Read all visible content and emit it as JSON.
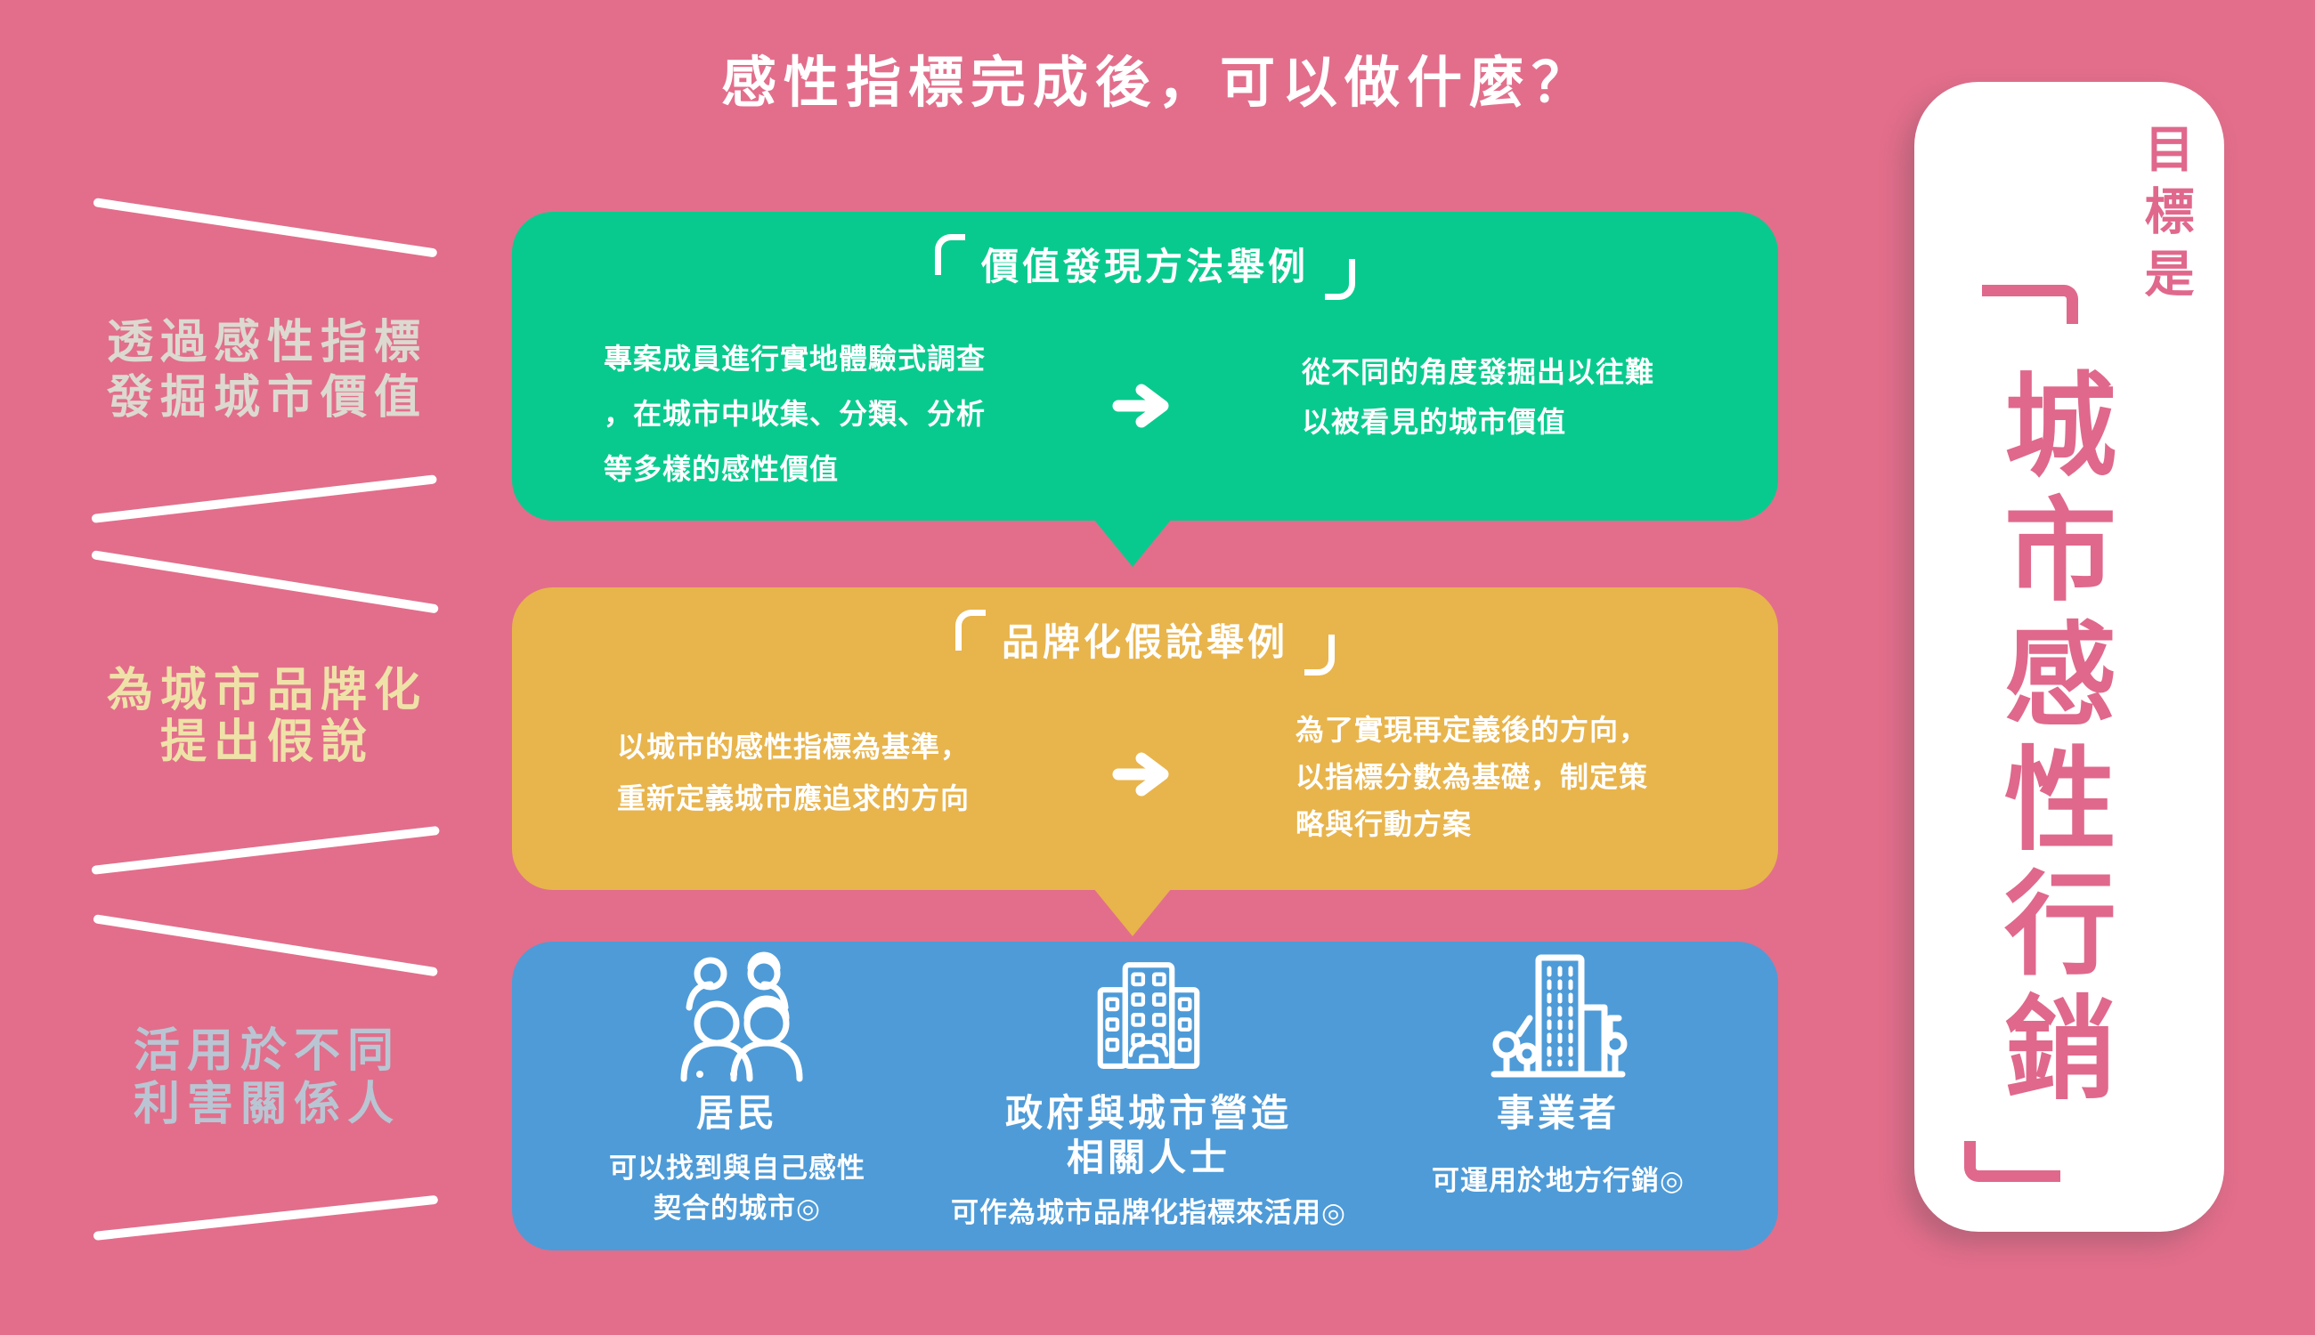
{
  "title": "感性指標完成後，可以做什麼？",
  "sidebar": {
    "labels": [
      {
        "line1": "透過感性指標",
        "line2": "發掘城市價值"
      },
      {
        "line1": "為城市品牌化",
        "line2": "提出假說"
      },
      {
        "line1": "活用於不同",
        "line2": "利害關係人"
      }
    ]
  },
  "value_discovery_box": {
    "title": "價值發現方法舉例",
    "left_lines": [
      "專案成員進行實地體驗式調查",
      "，在城市中收集、分類、分析",
      "等多樣的感性價值"
    ],
    "right_lines": [
      "從不同的角度發掘出以往難",
      "以被看見的城市價值"
    ]
  },
  "branding_box": {
    "title": "品牌化假說舉例",
    "left_lines": [
      "以城市的感性指標為基準，",
      "重新定義城市應追求的方向"
    ],
    "right_lines": [
      "為了實現再定義後的方向，",
      "以指標分數為基礎，制定策",
      "略與行動方案"
    ]
  },
  "stakeholders_box": {
    "items": [
      {
        "icon": "residents-people-icon",
        "label_lines": [
          "居民"
        ],
        "desc_lines": [
          "可以找到與自己感性",
          "契合的城市◎"
        ]
      },
      {
        "icon": "government-building-icon",
        "label_lines": [
          "政府與城市營造",
          "相關人士"
        ],
        "desc_lines": [
          "可作為城市品牌化指標來活用◎"
        ]
      },
      {
        "icon": "office-buildings-icon",
        "label_lines": [
          "事業者"
        ],
        "desc_lines": [
          "可運用於地方行銷◎"
        ]
      }
    ]
  },
  "goal_panel": {
    "prefix": "目標是",
    "open_bracket": "「",
    "main_text": "城市感性行銷",
    "close_bracket": "」"
  },
  "colors": {
    "background": "#e26e8b",
    "green_box": "#09ca8e",
    "yellow_box": "#e8b44c",
    "blue_box": "#4e9bd8",
    "panel_bg": "#ffffff",
    "panel_text": "#e0688c",
    "sidebar_label1_text": "#dcd9d1",
    "sidebar_label2_text": "#efe2a8",
    "sidebar_label3_text": "#b9c5d3"
  }
}
